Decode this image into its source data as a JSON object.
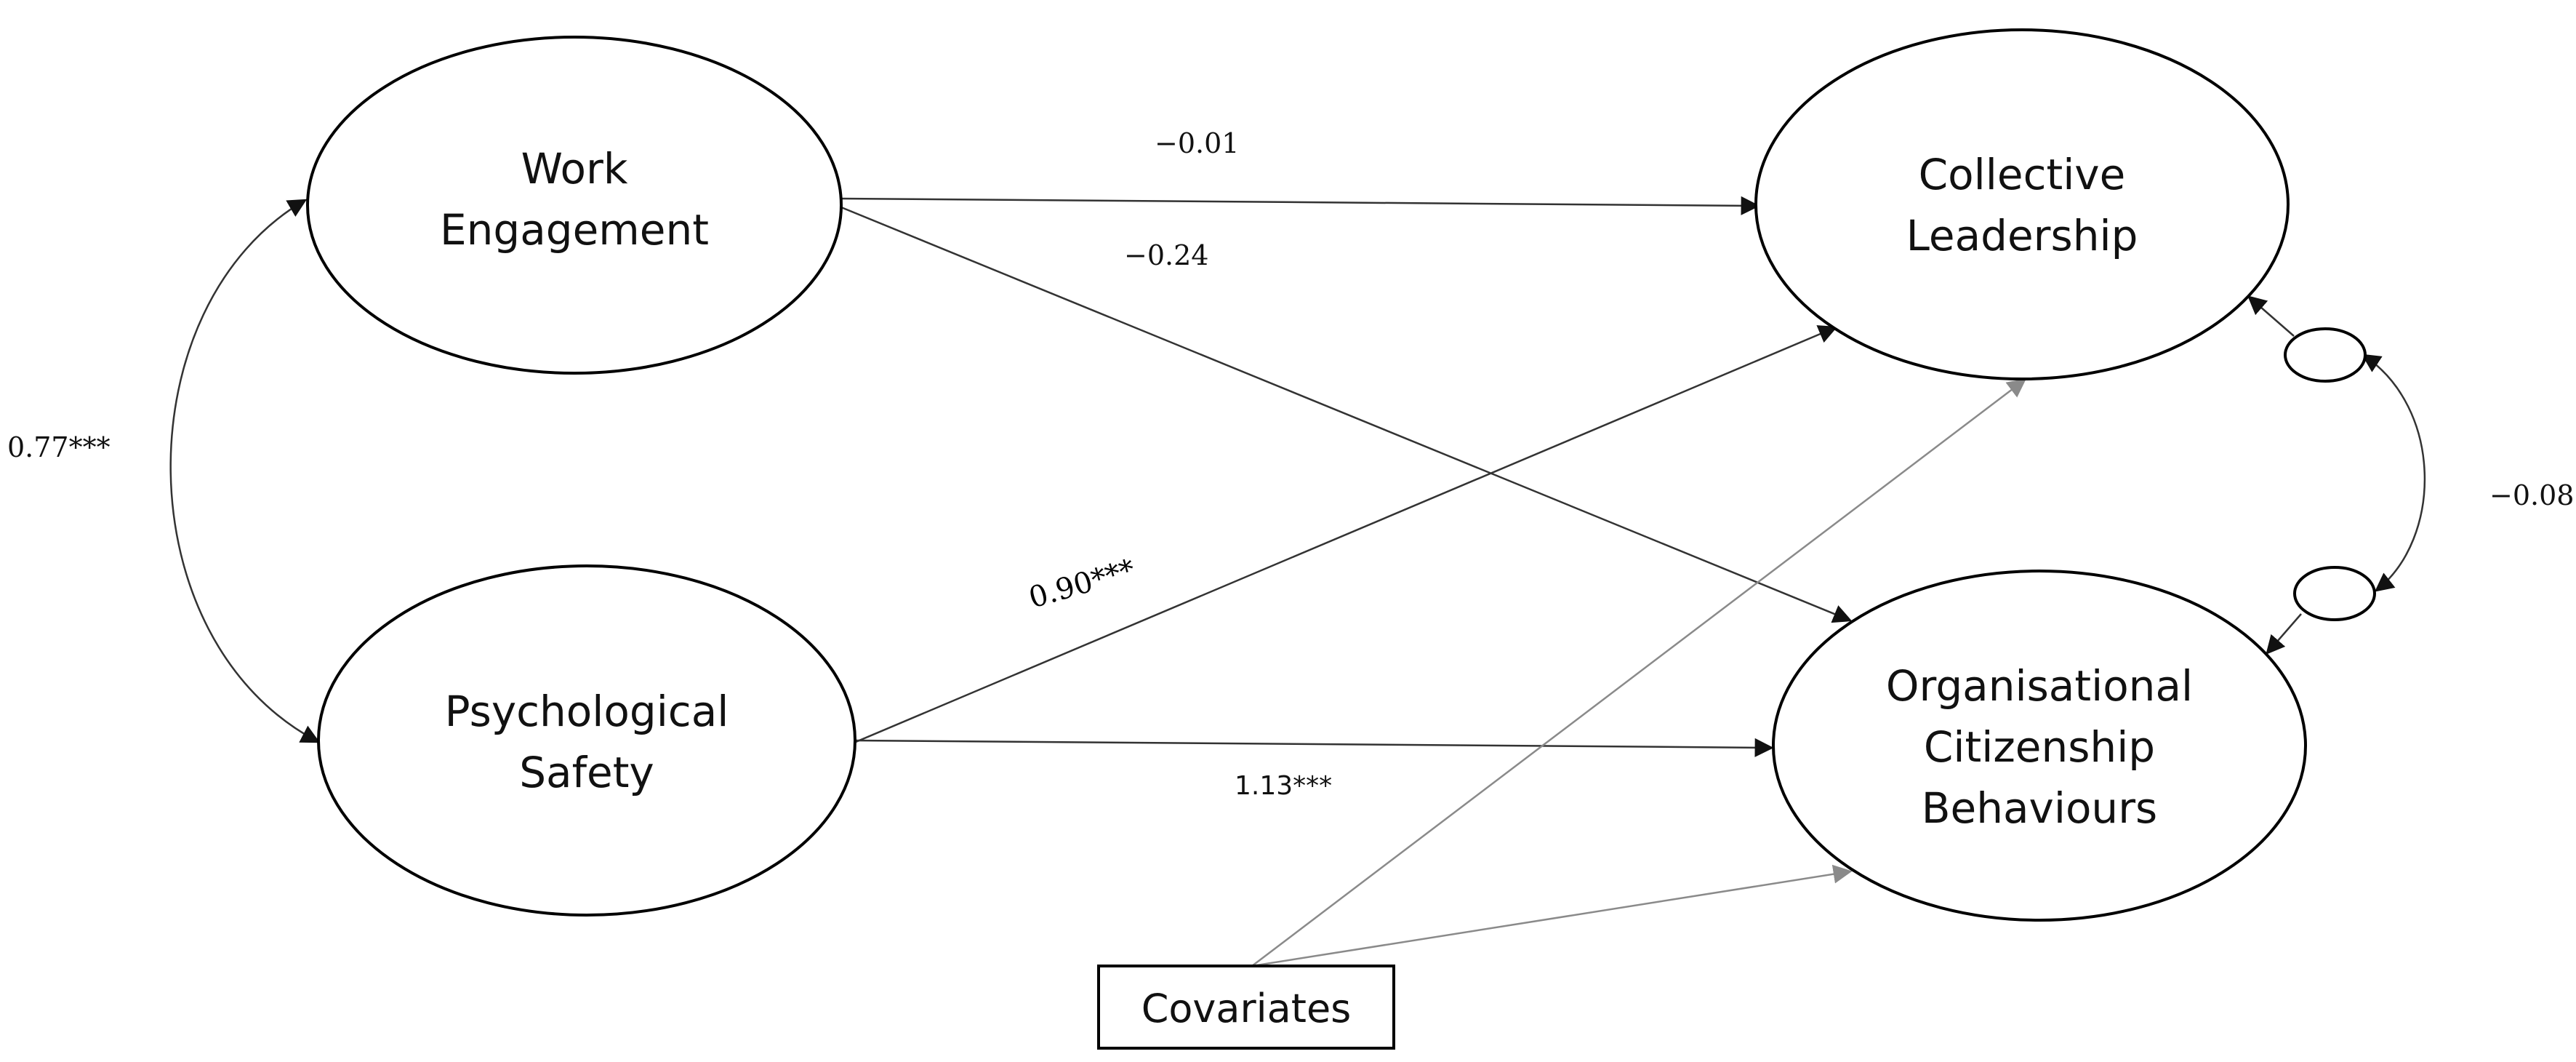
{
  "nodes": {
    "work_engagement": {
      "line1": "Work",
      "line2": "Engagement"
    },
    "psychological_safety": {
      "line1": "Psychological",
      "line2": "Safety"
    },
    "collective_leadership": {
      "line1": "Collective",
      "line2": "Leadership"
    },
    "ocb": {
      "line1": "Organisational",
      "line2": "Citizenship",
      "line3": "Behaviours"
    },
    "covariates": {
      "label": "Covariates"
    }
  },
  "coefficients": {
    "we_to_cl": "−0.01",
    "we_to_ocb": "−0.24",
    "we_ps_covariance": "0.77***",
    "ps_to_cl": "0.90***",
    "ps_to_ocb": "1.13***",
    "residual_covariance": "−0.08"
  },
  "colors": {
    "node_stroke": "#000000",
    "path_dark": "#333333",
    "path_grey": "#8a8a8a",
    "background": "#ffffff"
  }
}
